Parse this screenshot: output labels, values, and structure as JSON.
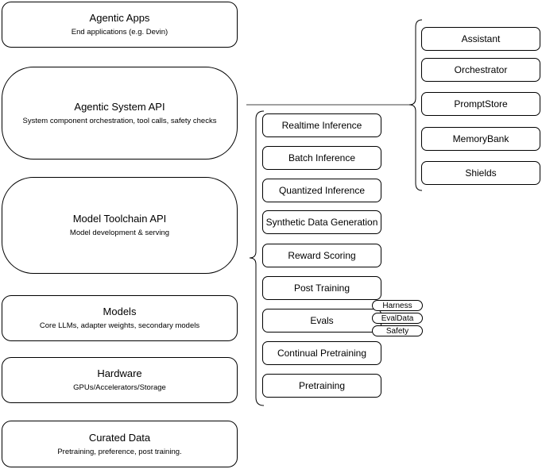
{
  "diagram": {
    "layers": [
      {
        "title": "Agentic Apps",
        "subtitle": "End applications (e.g. Devin)"
      },
      {
        "title": "Agentic System API",
        "subtitle": "System component orchestration, tool calls, safety checks"
      },
      {
        "title": "Model Toolchain API",
        "subtitle": "Model development & serving"
      },
      {
        "title": "Models",
        "subtitle": "Core LLMs, adapter weights, secondary models"
      },
      {
        "title": "Hardware",
        "subtitle": "GPUs/Accelerators/Storage"
      },
      {
        "title": "Curated Data",
        "subtitle": "Pretraining, preference, post training."
      }
    ],
    "toolchain_services": [
      "Realtime Inference",
      "Batch Inference",
      "Quantized Inference",
      "Synthetic Data Generation",
      "Reward Scoring",
      "Post Training",
      "Evals",
      "Continual Pretraining",
      "Pretraining"
    ],
    "system_components": [
      "Assistant",
      "Orchestrator",
      "PromptStore",
      "MemoryBank",
      "Shields"
    ],
    "eval_tags": [
      "Harness",
      "EvalData",
      "Safety"
    ],
    "colors": {
      "stroke": "#000000",
      "fill": "#ffffff",
      "connector": "#808080",
      "background": "#ffffff"
    }
  }
}
